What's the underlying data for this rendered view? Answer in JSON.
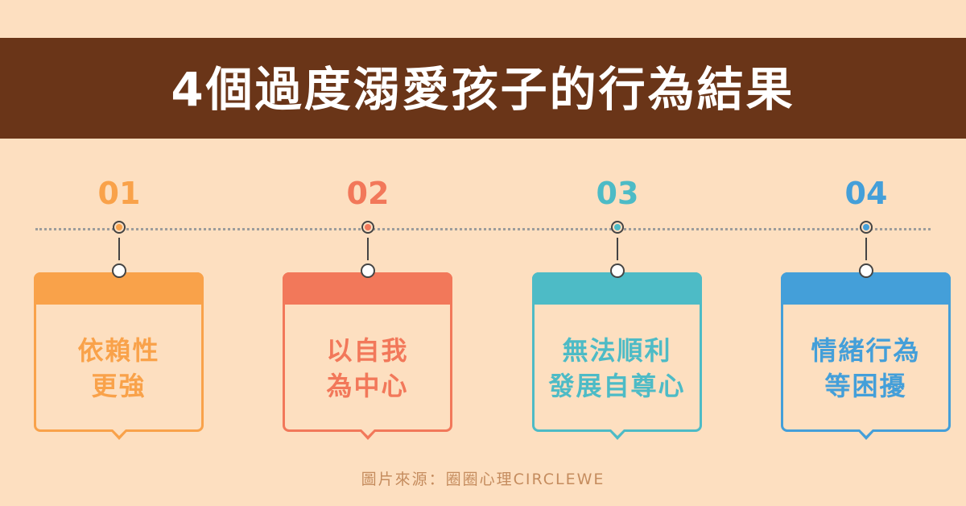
{
  "title": "4個過度溺愛孩子的行為結果",
  "steps": [
    {
      "number": "01",
      "text": "依賴性\n更強",
      "color": "#F9A24A"
    },
    {
      "number": "02",
      "text": "以自我\n為中心",
      "color": "#F2785A"
    },
    {
      "number": "03",
      "text": "無法順利\n發展自尊心",
      "color": "#4DBBC6"
    },
    {
      "number": "04",
      "text": "情緒行為\n等困擾",
      "color": "#449FD9"
    }
  ],
  "source": "圖片來源：圈圈心理CIRCLEWE"
}
